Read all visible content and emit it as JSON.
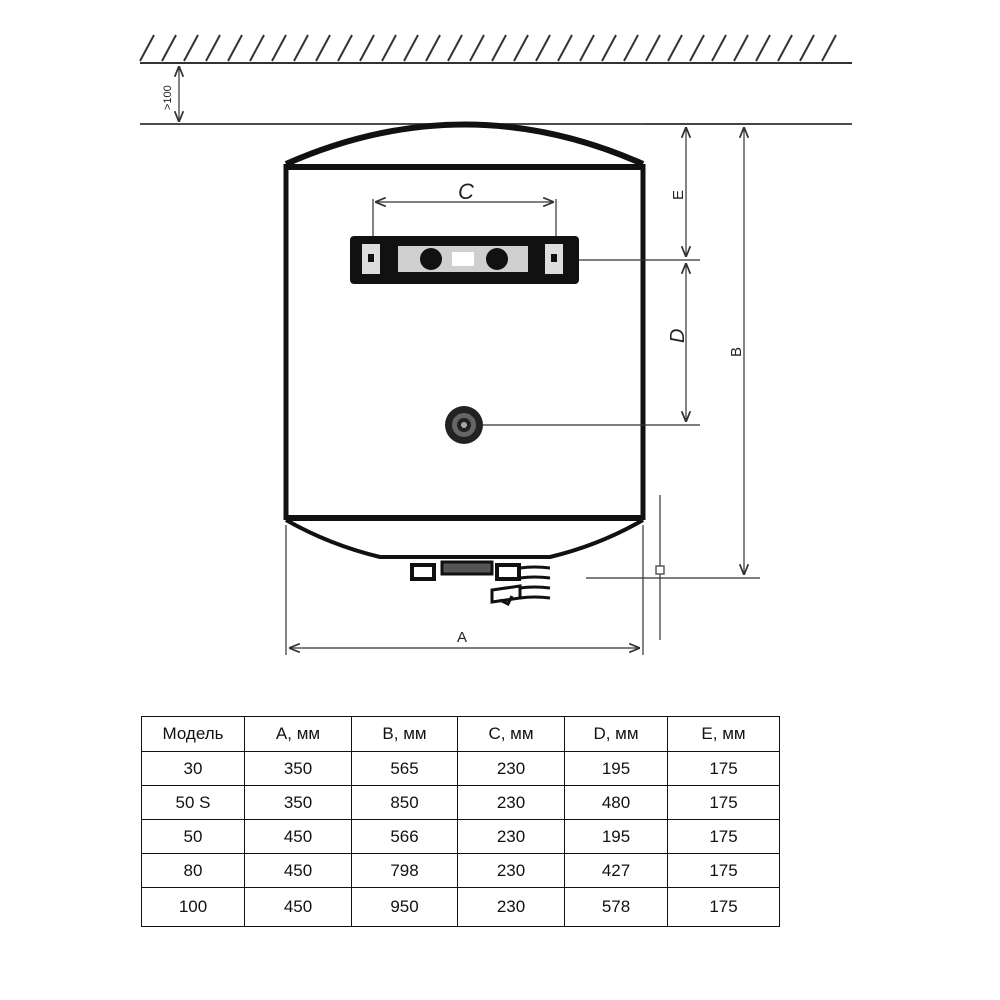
{
  "drawing": {
    "clearance_label": ">100",
    "dim_labels": {
      "a": "A",
      "b": "B",
      "c": "C",
      "d": "D",
      "e": "E"
    }
  },
  "table": {
    "headers": [
      "Модель",
      "A, мм",
      "B, мм",
      "C, мм",
      "D, мм",
      "E, мм"
    ],
    "rows": [
      [
        "30",
        "350",
        "565",
        "230",
        "195",
        "175"
      ],
      [
        "50 S",
        "350",
        "850",
        "230",
        "480",
        "175"
      ],
      [
        "50",
        "450",
        "566",
        "230",
        "195",
        "175"
      ],
      [
        "80",
        "450",
        "798",
        "230",
        "427",
        "175"
      ],
      [
        "100",
        "450",
        "950",
        "230",
        "578",
        "175"
      ]
    ]
  }
}
